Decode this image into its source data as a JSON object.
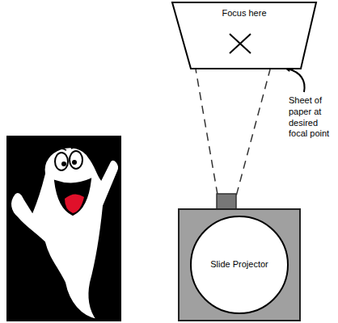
{
  "diagram": {
    "nodes": [
      {
        "text": [
          "Focus here"
        ]
      },
      {
        "text": [
          "Slide Projector"
        ]
      }
    ],
    "edges": [
      {
        "from": 1,
        "to": 0,
        "arrow": "none"
      },
      {
        "from": 1,
        "to": 0,
        "arrow": "none"
      }
    ],
    "labels": [
      "Sheet of paper at desired focal point"
    ]
  }
}
